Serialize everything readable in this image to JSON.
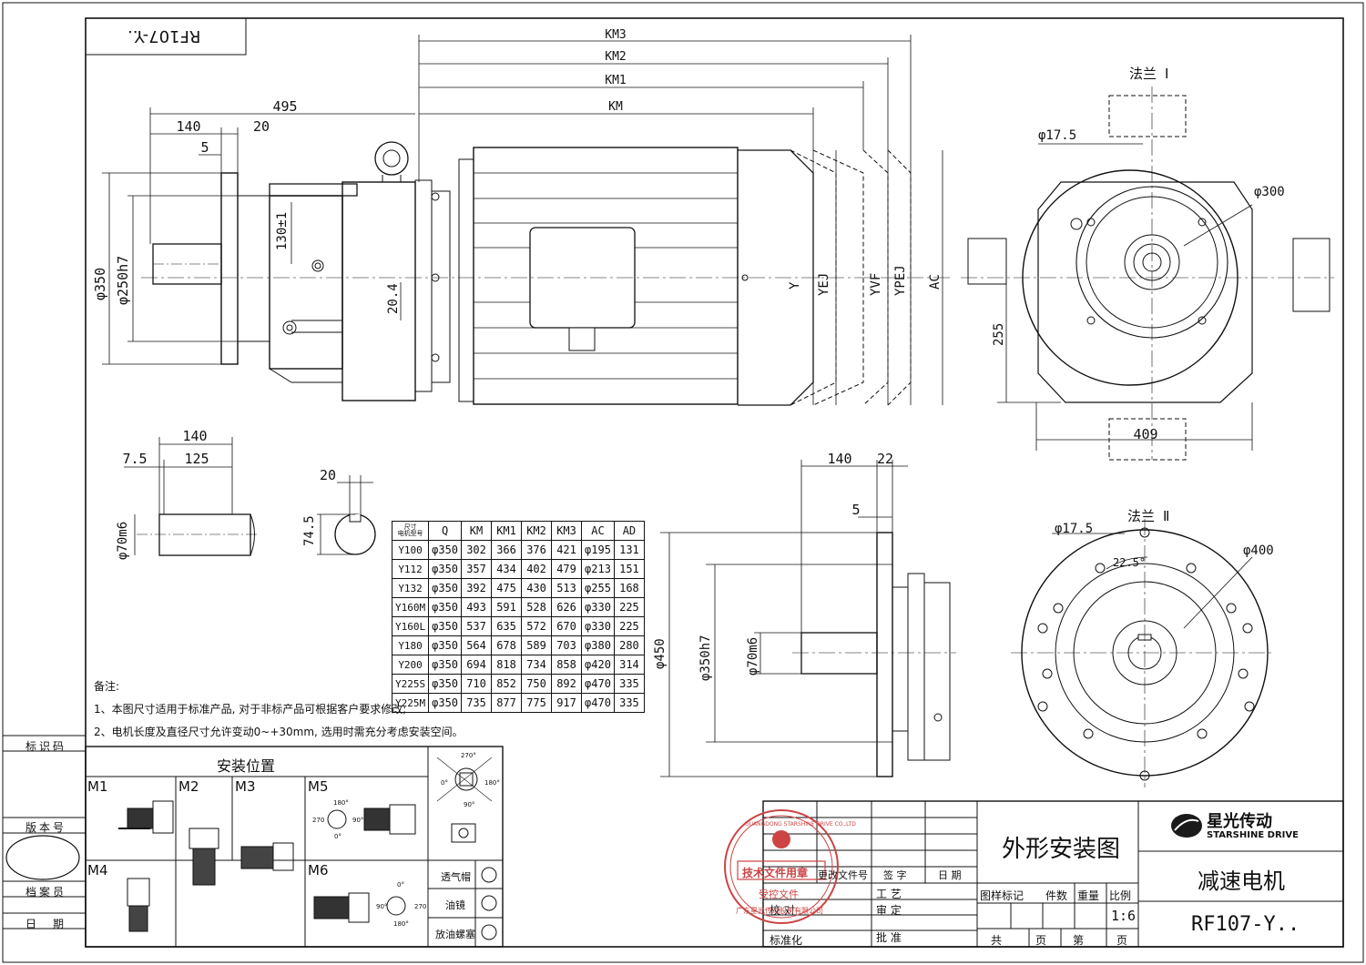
{
  "title_box": {
    "code": "RF107-Y.."
  },
  "dims_top": {
    "d495": "495",
    "d140": "140",
    "d20": "20",
    "d5": "5",
    "km3": "KM3",
    "km2": "KM2",
    "km1": "KM1",
    "km": "KM",
    "d350": "φ350",
    "d250": "φ250h7",
    "d130": "130±1",
    "d204": "20.4",
    "y": "Y",
    "yej": "YEJ",
    "yvf": "YVF",
    "ypej": "YPEJ",
    "ac": "AC",
    "flange1": "法兰 Ⅰ",
    "d175": "φ17.5",
    "d300": "φ300",
    "d255": "255",
    "d409": "409"
  },
  "shaft_detail": {
    "d140": "140",
    "d75": "7.5",
    "d125": "125",
    "d70": "φ70m6",
    "d20": "20",
    "d745": "74.5"
  },
  "flange2_view": {
    "d140": "140",
    "d22": "22",
    "d5": "5",
    "d450": "φ450",
    "d350": "φ350h7",
    "d70": "φ70m6",
    "flange2": "法兰 Ⅱ",
    "d175": "φ17.5",
    "ang": "22.5°",
    "d400": "φ400"
  },
  "spec_table": {
    "corner_top": "尺寸",
    "corner_bottom": "电机型号",
    "headers": [
      "Q",
      "KM",
      "KM1",
      "KM2",
      "KM3",
      "AC",
      "AD"
    ],
    "rows": [
      [
        "Y100",
        "φ350",
        "302",
        "366",
        "376",
        "421",
        "φ195",
        "131"
      ],
      [
        "Y112",
        "φ350",
        "357",
        "434",
        "402",
        "479",
        "φ213",
        "151"
      ],
      [
        "Y132",
        "φ350",
        "392",
        "475",
        "430",
        "513",
        "φ255",
        "168"
      ],
      [
        "Y160M",
        "φ350",
        "493",
        "591",
        "528",
        "626",
        "φ330",
        "225"
      ],
      [
        "Y160L",
        "φ350",
        "537",
        "635",
        "572",
        "670",
        "φ330",
        "225"
      ],
      [
        "Y180",
        "φ350",
        "564",
        "678",
        "589",
        "703",
        "φ380",
        "280"
      ],
      [
        "Y200",
        "φ350",
        "694",
        "818",
        "734",
        "858",
        "φ420",
        "314"
      ],
      [
        "Y225S",
        "φ350",
        "710",
        "852",
        "750",
        "892",
        "φ470",
        "335"
      ],
      [
        "Y225M",
        "φ350",
        "735",
        "877",
        "775",
        "917",
        "φ470",
        "335"
      ]
    ]
  },
  "notes": {
    "head": "备注:",
    "n1": "1、本图尺寸适用于标准产品, 对于非标产品可根据客户要求修改;",
    "n2": "2、电机长度及直径尺寸允许变动0~+30mm, 选用时需充分考虑安装空间。"
  },
  "side_labels": {
    "id_code": "标识码",
    "version": "版本号",
    "archivist": "档案员",
    "date": "日期"
  },
  "mounting": {
    "title": "安装位置",
    "positions": [
      "M1",
      "M2",
      "M3",
      "M5",
      "M4",
      "M6"
    ],
    "angles": {
      "a270": "270°",
      "a0": "0°",
      "a180": "180°",
      "a90": "90°"
    },
    "m5_angles": {
      "a180": "180°",
      "a270": "270",
      "a0": "0°",
      "a90": "90°"
    },
    "m6_angles": {
      "a0": "0°",
      "a90": "90°",
      "a270": "270",
      "a180": "180°"
    },
    "accessories": [
      "透气帽",
      "油镜",
      "放油螺塞"
    ]
  },
  "title_block": {
    "drawing_name": "外形安装图",
    "brand_cn": "星光传动",
    "brand_en": "STARSHINE DRIVE",
    "product": "减速电机",
    "model": "RF107-Y..",
    "change_file_no": "更改文件号",
    "sign": "签 字",
    "date": "日 期",
    "process": "工 艺",
    "review": "审 定",
    "check": "校 对",
    "approve": "批 准",
    "standardize": "标准化",
    "pattern_mark": "图样标记",
    "piece_count": "件数",
    "weight": "重量",
    "scale": "比例",
    "scale_value": "1:6",
    "total": "共",
    "page": "页",
    "sheet": "第",
    "page2": "页"
  },
  "stamp": {
    "ring": "GUANGDONG STARSHINE DRIVE CO.,LTD",
    "line1": "技术文件用章",
    "line2": "受控文件",
    "bottom": "广东星光传动股份有限公司"
  }
}
